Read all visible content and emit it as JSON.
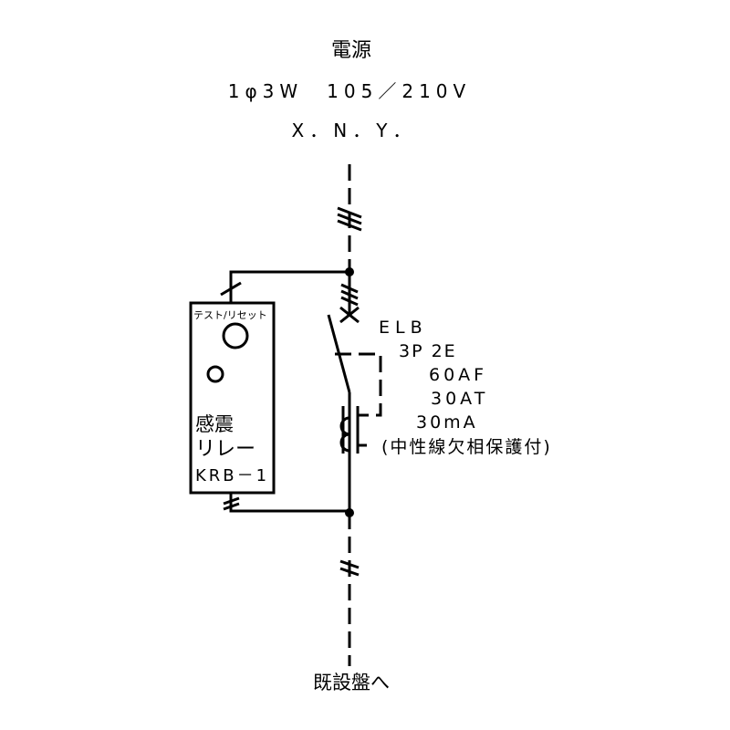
{
  "source": {
    "title": "電源",
    "spec": "1φ3W　105／210V",
    "phases": "X．N．Y．"
  },
  "breaker": {
    "type": "ELB",
    "poles": "3P 2E",
    "frame": "60AF",
    "trip": "30AT",
    "sensitivity": "30mA",
    "note": "(中性線欠相保護付)"
  },
  "relay": {
    "button_label": "テスト/リセット",
    "name_line1": "感震",
    "name_line2": "リレー",
    "model": "KRB－1"
  },
  "destination": "既設盤へ"
}
